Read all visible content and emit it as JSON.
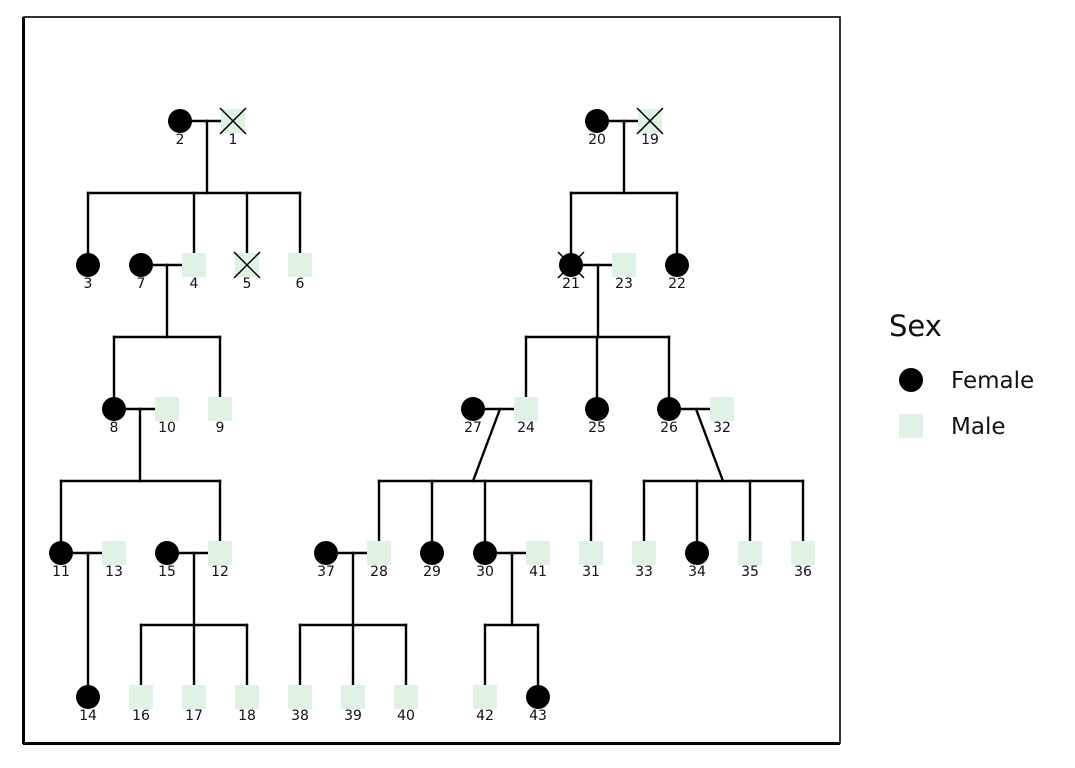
{
  "colors": {
    "female": "#000000",
    "male": "#dff2e4",
    "line": "#000000"
  },
  "legend": {
    "title": "Sex",
    "items": [
      {
        "label": "Female",
        "shape": "circle",
        "color": "#000000"
      },
      {
        "label": "Male",
        "shape": "square",
        "color": "#dff2e4"
      }
    ]
  },
  "individuals": [
    {
      "id": "1",
      "sex": "male",
      "deceased": true
    },
    {
      "id": "2",
      "sex": "female",
      "deceased": false
    },
    {
      "id": "3",
      "sex": "female",
      "deceased": false
    },
    {
      "id": "4",
      "sex": "male",
      "deceased": false
    },
    {
      "id": "5",
      "sex": "male",
      "deceased": true
    },
    {
      "id": "6",
      "sex": "male",
      "deceased": false
    },
    {
      "id": "7",
      "sex": "female",
      "deceased": false
    },
    {
      "id": "8",
      "sex": "female",
      "deceased": false
    },
    {
      "id": "9",
      "sex": "male",
      "deceased": false
    },
    {
      "id": "10",
      "sex": "male",
      "deceased": false
    },
    {
      "id": "11",
      "sex": "female",
      "deceased": false
    },
    {
      "id": "12",
      "sex": "male",
      "deceased": false
    },
    {
      "id": "13",
      "sex": "male",
      "deceased": false
    },
    {
      "id": "14",
      "sex": "female",
      "deceased": false
    },
    {
      "id": "15",
      "sex": "female",
      "deceased": false
    },
    {
      "id": "16",
      "sex": "male",
      "deceased": false
    },
    {
      "id": "17",
      "sex": "male",
      "deceased": false
    },
    {
      "id": "18",
      "sex": "male",
      "deceased": false
    },
    {
      "id": "19",
      "sex": "male",
      "deceased": true
    },
    {
      "id": "20",
      "sex": "female",
      "deceased": false
    },
    {
      "id": "21",
      "sex": "female",
      "deceased": true
    },
    {
      "id": "22",
      "sex": "female",
      "deceased": false
    },
    {
      "id": "23",
      "sex": "male",
      "deceased": false
    },
    {
      "id": "24",
      "sex": "male",
      "deceased": false
    },
    {
      "id": "25",
      "sex": "female",
      "deceased": false
    },
    {
      "id": "26",
      "sex": "female",
      "deceased": false
    },
    {
      "id": "27",
      "sex": "female",
      "deceased": false
    },
    {
      "id": "28",
      "sex": "male",
      "deceased": false
    },
    {
      "id": "29",
      "sex": "female",
      "deceased": false
    },
    {
      "id": "30",
      "sex": "female",
      "deceased": false
    },
    {
      "id": "31",
      "sex": "male",
      "deceased": false
    },
    {
      "id": "32",
      "sex": "male",
      "deceased": false
    },
    {
      "id": "33",
      "sex": "male",
      "deceased": false
    },
    {
      "id": "34",
      "sex": "female",
      "deceased": false
    },
    {
      "id": "35",
      "sex": "male",
      "deceased": false
    },
    {
      "id": "36",
      "sex": "male",
      "deceased": false
    },
    {
      "id": "37",
      "sex": "female",
      "deceased": false
    },
    {
      "id": "38",
      "sex": "male",
      "deceased": false
    },
    {
      "id": "39",
      "sex": "male",
      "deceased": false
    },
    {
      "id": "40",
      "sex": "male",
      "deceased": false
    },
    {
      "id": "41",
      "sex": "male",
      "deceased": false
    },
    {
      "id": "42",
      "sex": "male",
      "deceased": false
    },
    {
      "id": "43",
      "sex": "female",
      "deceased": false
    }
  ],
  "families": [
    {
      "parents": [
        "2",
        "1"
      ],
      "children": [
        "3",
        "4",
        "5",
        "6"
      ]
    },
    {
      "parents": [
        "7",
        "4"
      ],
      "children": [
        "8",
        "9"
      ]
    },
    {
      "parents": [
        "8",
        "10"
      ],
      "children": [
        "11",
        "12"
      ]
    },
    {
      "parents": [
        "11",
        "13"
      ],
      "children": [
        "14"
      ]
    },
    {
      "parents": [
        "15",
        "12"
      ],
      "children": [
        "16",
        "17",
        "18"
      ]
    },
    {
      "parents": [
        "20",
        "19"
      ],
      "children": [
        "21",
        "22"
      ]
    },
    {
      "parents": [
        "21",
        "23"
      ],
      "children": [
        "24",
        "25",
        "26"
      ]
    },
    {
      "parents": [
        "27",
        "24"
      ],
      "children": [
        "28",
        "29",
        "30",
        "31"
      ]
    },
    {
      "parents": [
        "26",
        "32"
      ],
      "children": [
        "33",
        "34",
        "35",
        "36"
      ]
    },
    {
      "parents": [
        "37",
        "28"
      ],
      "children": [
        "38",
        "39",
        "40"
      ]
    },
    {
      "parents": [
        "30",
        "41"
      ],
      "children": [
        "42",
        "43"
      ]
    }
  ]
}
